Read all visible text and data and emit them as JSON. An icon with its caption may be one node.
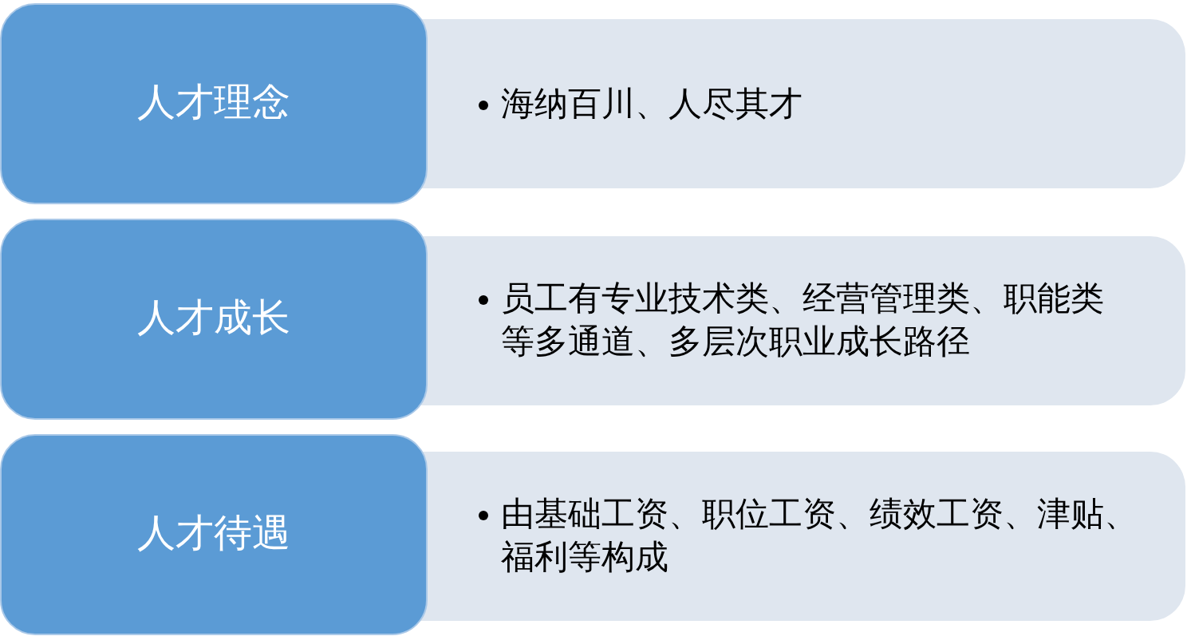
{
  "diagram": {
    "nodes": [
      {
        "text": [
          "人才理念"
        ]
      },
      {
        "text": [
          "海纳百川、人尽其才"
        ]
      },
      {
        "text": [
          "人才成长"
        ]
      },
      {
        "text": [
          "员工有专业技术类、经营管理类、职能类等多通道、多层次职业成长路径"
        ]
      },
      {
        "text": [
          "人才待遇"
        ]
      },
      {
        "text": [
          "由基础工资、职位工资、绩效工资、津贴、福利等构成"
        ]
      }
    ]
  }
}
